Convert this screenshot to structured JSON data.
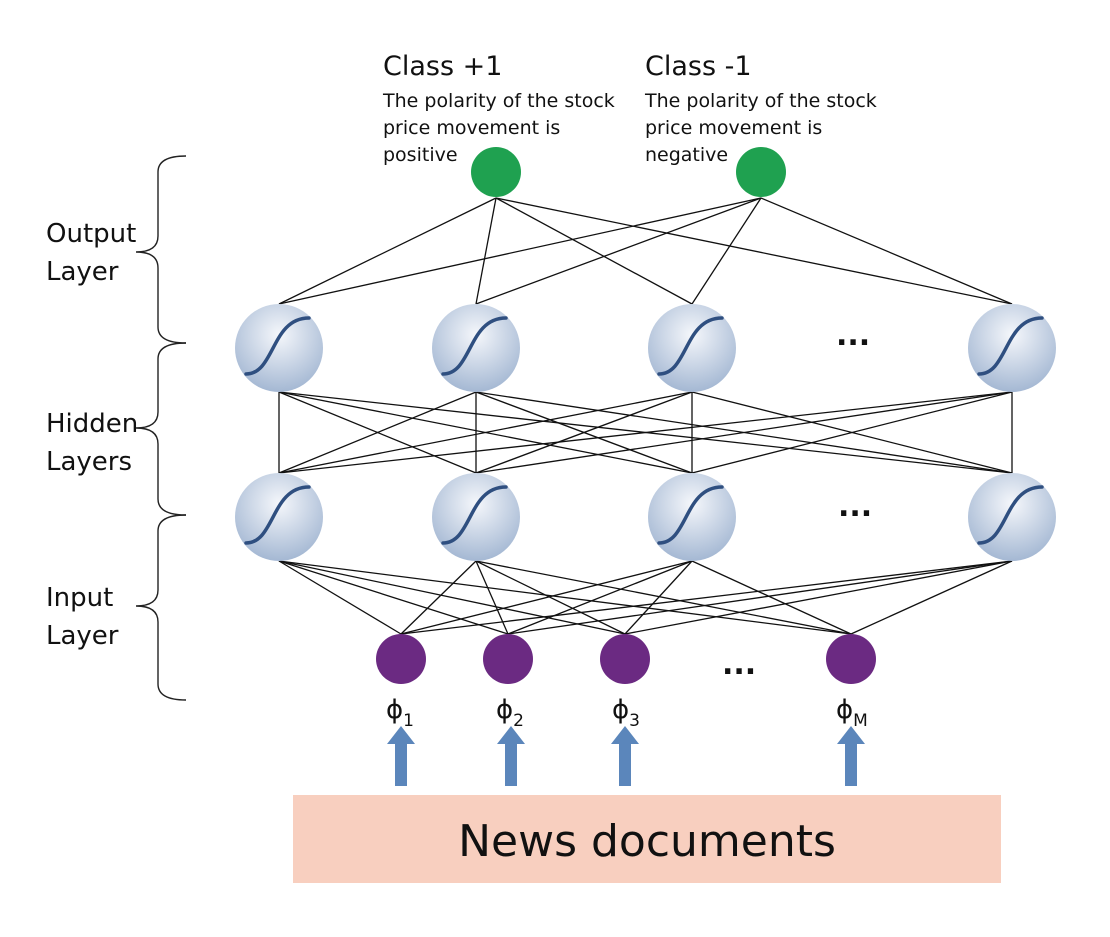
{
  "diagram": {
    "layer_labels": [
      {
        "id": "output",
        "lines": [
          "Output",
          "Layer"
        ]
      },
      {
        "id": "hidden",
        "lines": [
          "Hidden",
          "Layers"
        ]
      },
      {
        "id": "input",
        "lines": [
          "Input",
          "Layer"
        ]
      }
    ],
    "output_classes": [
      {
        "id": "positive",
        "title": "Class +1",
        "description": [
          "The polarity of the stock",
          "price movement is",
          "positive"
        ],
        "color": "#1fa150"
      },
      {
        "id": "negative",
        "title": "Class -1",
        "description": [
          "The polarity of the stock",
          "price movement is",
          "negative"
        ],
        "color": "#1fa150"
      }
    ],
    "hidden_rows": [
      {
        "id": "hidden-upper",
        "neurons": 4,
        "has_ellipsis": true,
        "ellipsis": "..."
      },
      {
        "id": "hidden-lower",
        "neurons": 4,
        "has_ellipsis": true,
        "ellipsis": "..."
      }
    ],
    "input_nodes": [
      {
        "symbol": "ϕ",
        "subscript": "1"
      },
      {
        "symbol": "ϕ",
        "subscript": "2"
      },
      {
        "symbol": "ϕ",
        "subscript": "3"
      },
      {
        "symbol": "ϕ",
        "subscript": "M"
      }
    ],
    "input_ellipsis": "...",
    "source_box": {
      "label": "News documents",
      "color": "#f8cfbf"
    },
    "colors": {
      "input_node": "#6b2a82",
      "output_node": "#1fa150",
      "arrow": "#5b86bb",
      "neuron_light": "#f5f7fb",
      "neuron_dark": "#9eb3d0",
      "sigmoid_curve": "#2f4f80",
      "edge": "#111111"
    }
  }
}
